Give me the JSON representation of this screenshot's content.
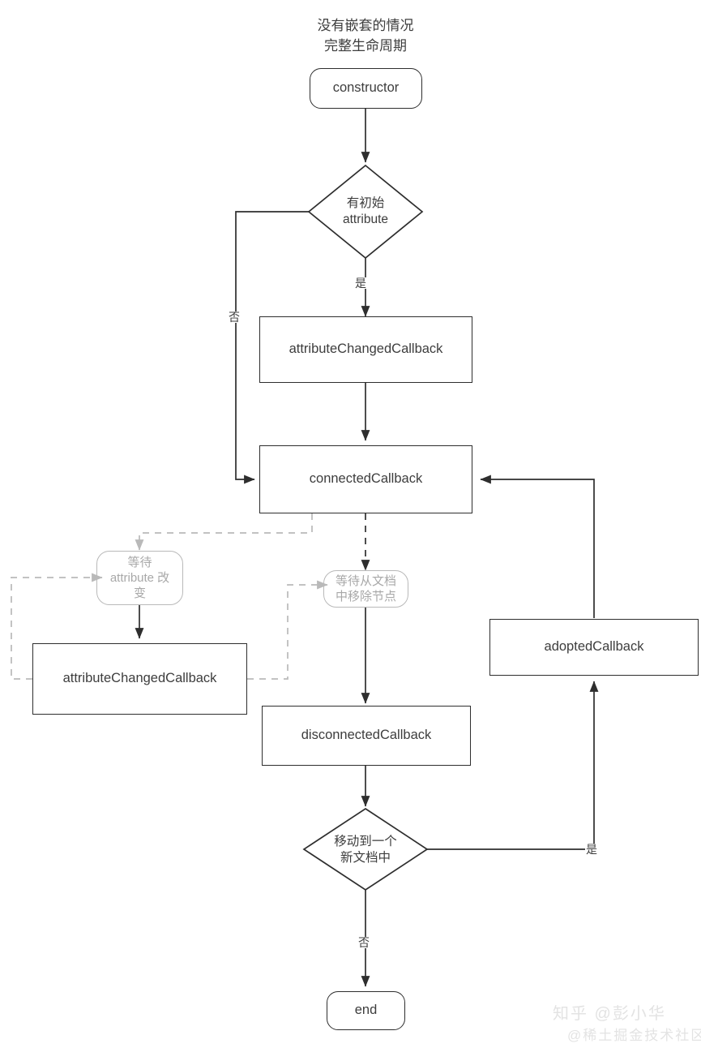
{
  "diagram": {
    "title": "没有嵌套的情况\n完整生命周期",
    "colors": {
      "stroke": "#2e2e2e",
      "ghost_stroke": "#b9b9b9",
      "ghost_text": "#a8a8a8",
      "text": "#3d3d3d",
      "background": "#ffffff",
      "watermark": "#e3e3e3"
    },
    "nodes": {
      "constructor": "constructor",
      "decision_has_initial_attribute": "有初始\nattribute",
      "attribute_changed_callback_top": "attributeChangedCallback",
      "connected_callback": "connectedCallback",
      "wait_attribute_change": "等待\nattribute 改\n变",
      "wait_remove_from_document": "等待从文档\n中移除节点",
      "attribute_changed_callback_left": "attributeChangedCallback",
      "adopted_callback": "adoptedCallback",
      "disconnected_callback": "disconnectedCallback",
      "decision_moved_to_new_document": "移动到一个\n新文档中",
      "end": "end"
    },
    "edge_labels": {
      "has_attribute_no": "否",
      "has_attribute_yes": "是",
      "moved_yes": "是",
      "moved_no": "否"
    }
  },
  "watermark": {
    "line1": "知乎 @彭小华",
    "line2": "@稀土掘金技术社区"
  }
}
